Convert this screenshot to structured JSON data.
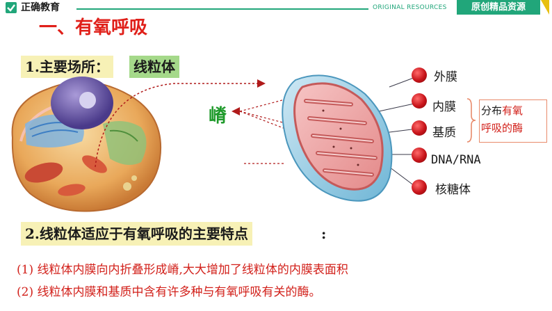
{
  "header": {
    "brand": "正确教育",
    "orig_text": "ORIGINAL RESOURCES",
    "orig_badge": "原创精品资源"
  },
  "title": "一、有氧呼吸",
  "section1": {
    "prefix": "1.主要场所：",
    "highlight": "线粒体"
  },
  "ridge_label": "嵴",
  "parts": {
    "outer": "外膜",
    "inner": "内膜",
    "matrix": "基质",
    "dna": "DNA/RNA",
    "ribosome": "核糖体"
  },
  "enzyme_note": {
    "prefix": "分布",
    "red": "有氧",
    "line2_red": "呼吸的酶"
  },
  "section2": {
    "heading": "2.线粒体适应于有氧呼吸的主要特点",
    "colon": ":"
  },
  "points": [
    "(1) 线粒体内膜向内折叠形成嵴,大大增加了线粒体的内膜表面积",
    "(2) 线粒体内膜和基质中含有许多种与有氧呼吸有关的酶。"
  ],
  "colors": {
    "accent_green": "#21a67a",
    "title_red": "#e0201a",
    "text_red": "#d2201a",
    "ridge_green": "#1e9a2a"
  }
}
